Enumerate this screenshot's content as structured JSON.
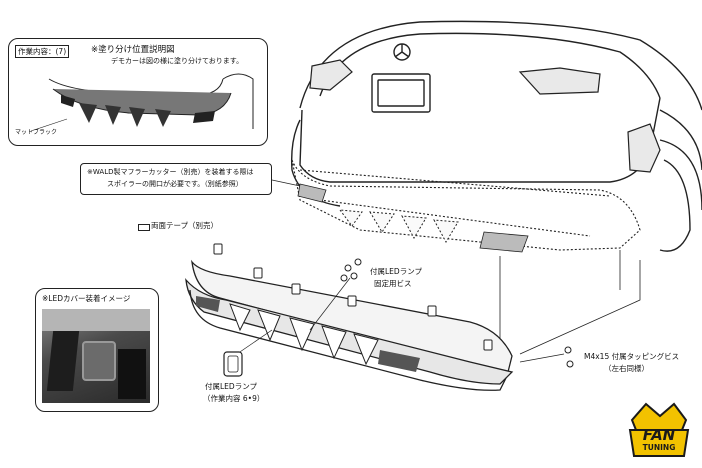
{
  "inset_top": {
    "work_tag": "作業内容：(7)",
    "title": "※塗り分け位置説明図",
    "subtitle": "デモカーは図の様に塗り分けております。",
    "matte_label": "マットブラック"
  },
  "note_muffler": {
    "line1": "※WALD製マフラーカッター（別売）を装着する際は",
    "line2": "スポイラーの開口が必要です。（別紙参照）"
  },
  "label_tape": "両面テープ（別売）",
  "label_screws": {
    "line1": "付属LEDランプ",
    "line2": "固定用ビス"
  },
  "label_led_lamp": {
    "line1": "付属LEDランプ",
    "line2": "（作業内容 6•9）"
  },
  "label_tapping": {
    "line1": "M4x15 付属タッピングビス",
    "line2": "（左右同様）"
  },
  "inset_led": {
    "title": "※LEDカバー装着イメージ"
  },
  "logo": {
    "text1": "FAN",
    "text2": "TUNING",
    "color_primary": "#f2c200",
    "color_outline": "#1a1a1a"
  }
}
